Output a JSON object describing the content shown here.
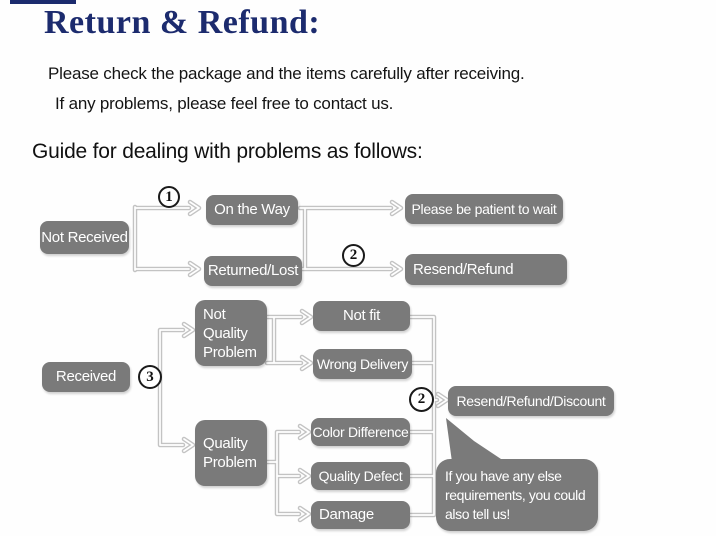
{
  "page": {
    "title": "Return & Refund:",
    "intro_line1": "Please check the package and the items carefully after receiving.",
    "intro_line2": "If any problems, please feel free to contact us.",
    "guide_heading": "Guide for dealing with problems as follows:"
  },
  "colors": {
    "title_navy": "#1c2b6e",
    "box_gray": "#7a7a7a",
    "connector_gray": "#c3c3c3",
    "box_text": "#ffffff"
  },
  "flowchart": {
    "markers": {
      "step1": "1",
      "step2_top": "2",
      "step3": "3",
      "step2_bottom": "2"
    },
    "nodes": {
      "not_received": "Not Received",
      "on_the_way": "On the Way",
      "returned_lost": "Returned/Lost",
      "please_wait": "Please be patient to wait",
      "resend_refund": "Resend/Refund",
      "received": "Received",
      "not_quality_problem": {
        "lines": [
          "Not",
          "Quality",
          "Problem"
        ]
      },
      "quality_problem": {
        "lines": [
          "Quality",
          "Problem"
        ]
      },
      "not_fit": "Not fit",
      "wrong_delivery": "Wrong Delivery",
      "color_difference": "Color Difference",
      "quality_defect": "Quality Defect",
      "damage": "Damage",
      "resend_refund_discount": "Resend/Refund/Discount",
      "note_bubble": {
        "lines": [
          "If you have any else",
          "requirements, you could",
          "also tell us!"
        ]
      }
    }
  }
}
